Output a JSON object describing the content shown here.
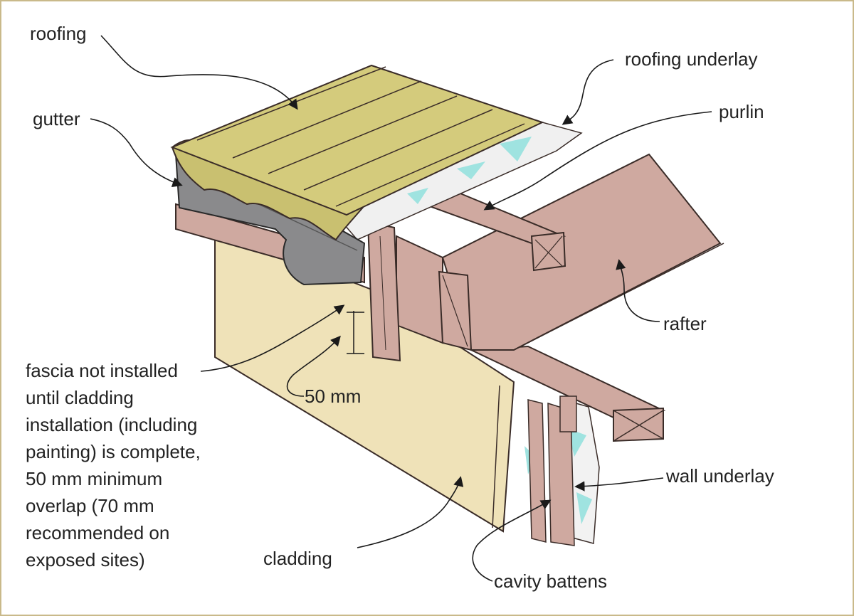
{
  "labels": {
    "roofing": "roofing",
    "roofing_underlay": "roofing underlay",
    "gutter": "gutter",
    "purlin": "purlin",
    "rafter": "rafter",
    "dimension": "50 mm",
    "wall_underlay": "wall underlay",
    "cladding": "cladding",
    "cavity_battens": "cavity battens",
    "fascia_note": [
      "fascia not installed",
      "until cladding",
      "installation (including",
      "painting) is complete,",
      "50 mm minimum",
      "overlap (70 mm",
      "recommended on",
      "exposed sites)"
    ]
  },
  "colors": {
    "frame": "#c9b98a",
    "roofing": "#c9c070",
    "gutter": "#8a8a8c",
    "timber": "#cfa9a0",
    "cladding": "#efe2b8",
    "underlay": "#9fe3e0",
    "ink": "#3a2c28"
  }
}
